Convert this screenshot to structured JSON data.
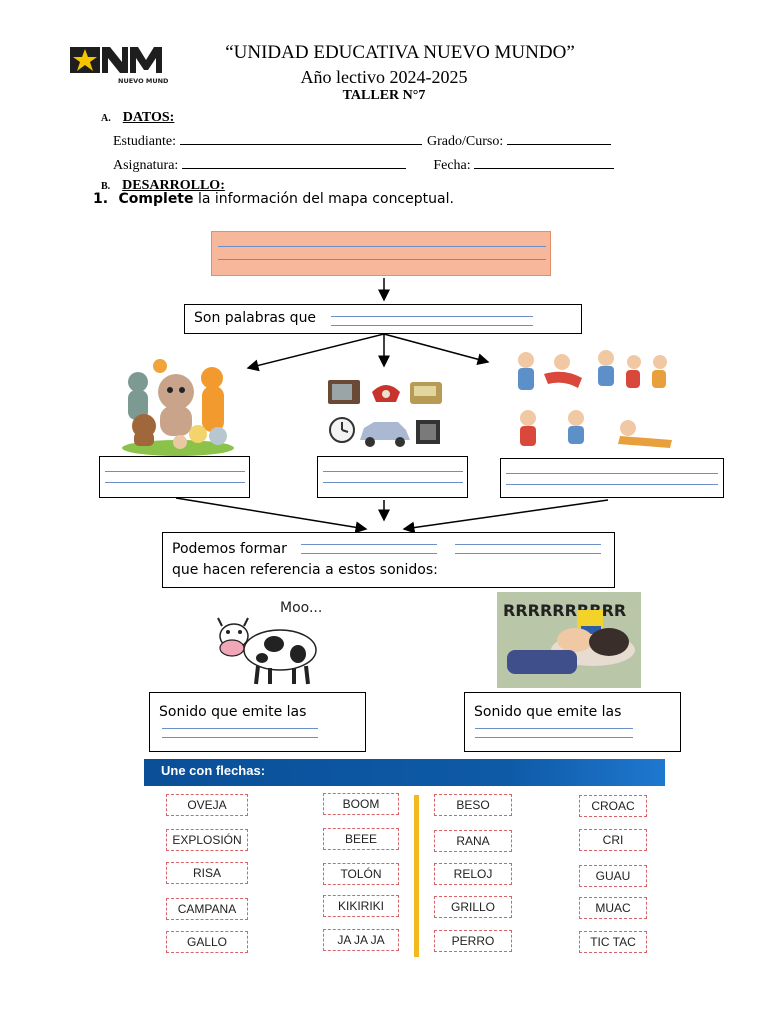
{
  "header": {
    "logo_text": "NUEVO MUNDO",
    "title": "“UNIDAD EDUCATIVA NUEVO MUNDO”",
    "year": "Año lectivo 2024-2025",
    "workshop": "TALLER N°7"
  },
  "datos": {
    "letter": "A.",
    "heading": "DATOS:",
    "student_label": "Estudiante:",
    "grade_label": "Grado/Curso:",
    "subject_label": "Asignatura:",
    "date_label": "Fecha:"
  },
  "desarrollo": {
    "letter": "B.",
    "heading": "DESARROLLO:",
    "item_number": "1.",
    "instruction_bold": "Complete",
    "instruction_rest": " la información del mapa conceptual."
  },
  "concept_map": {
    "box2_text": "Son palabras que",
    "box_form_line1": "Podemos formar",
    "box_form_line2": "que hacen referencia a estos sonidos:",
    "cow_sound": "Moo...",
    "snore_sound": "RRRRRRRRRR",
    "sound_left": "Sonido que emite las",
    "sound_right": "Sonido que emite las"
  },
  "colors": {
    "top_box_fill": "#f7b79b",
    "banner": "#0e5aa7",
    "tag_border": "#d6656a",
    "divider": "#f4b820"
  },
  "matching": {
    "banner": "Une con flechas:",
    "col1": [
      "OVEJA",
      "EXPLOSIÓN",
      "RISA",
      "CAMPANA",
      "GALLO"
    ],
    "col2": [
      "BOOM",
      "BEEE",
      "TOLÓN",
      "KIKIRIKI",
      "JA JA JA"
    ],
    "col3": [
      "BESO",
      "RANA",
      "RELOJ",
      "GRILLO",
      "PERRO"
    ],
    "col4": [
      "CROAC",
      "CRI",
      "GUAU",
      "MUAC",
      "TIC TAC"
    ]
  }
}
